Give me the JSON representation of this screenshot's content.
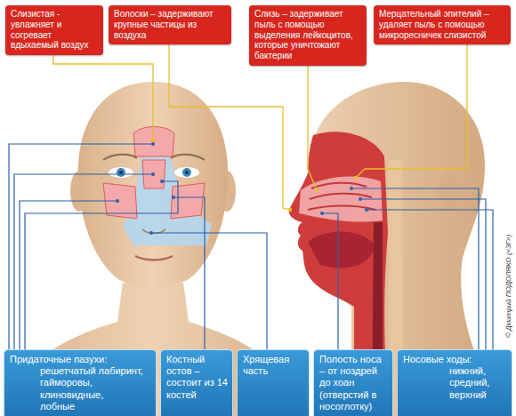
{
  "diagram": {
    "nodes": [
      {
        "text": [
          "Слизистая - увлажняет и согревает вдыхаемый воздух"
        ]
      },
      {
        "text": [
          "Волоски – задерживают крупные частицы из воздуха"
        ]
      },
      {
        "text": [
          "Слизь – задерживает пыль с помощью выделения лейкоцитов, которые уничтожают бактерии"
        ]
      },
      {
        "text": [
          "Мерцательный эпителий – удаляет пыль с помощью микроресничек слизистой"
        ]
      },
      {
        "text": [
          "Придаточные пазухи:",
          "решетчатый лабиринт,",
          "гайморовы,",
          "клиновидные,",
          "лобные"
        ]
      },
      {
        "text": [
          "Костный остов – состоит из 14 костей"
        ]
      },
      {
        "text": [
          "Хрящевая часть"
        ]
      },
      {
        "text": [
          "Полость носа – от ноздрей до хоан (отверстий в носоглотку)"
        ]
      },
      {
        "text": [
          "Носовые ходы:",
          "нижний,",
          "средний,",
          "верхний"
        ]
      }
    ],
    "labels": [
      "© Дмитрий ПОДОЛЯКО («ЗГ»)"
    ]
  }
}
